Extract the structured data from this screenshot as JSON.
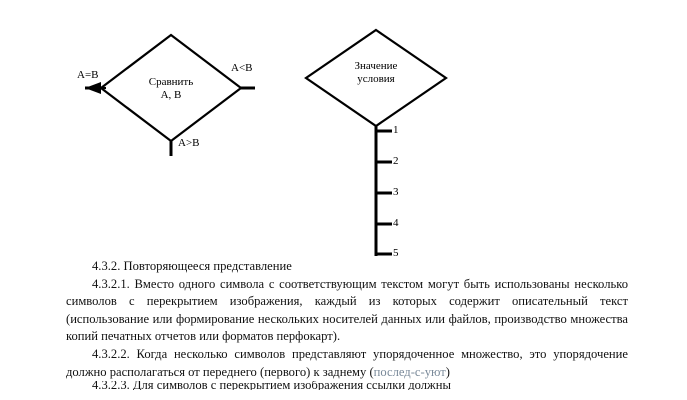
{
  "diagram": {
    "decision1": {
      "line1": "Сравнить",
      "line2": "A, B",
      "label_left": "A=B",
      "label_right": "A<B",
      "label_bottom": "A>B"
    },
    "decision2": {
      "line1": "Значение",
      "line2": "условия",
      "branches": [
        "1",
        "2",
        "3",
        "4",
        "5"
      ]
    }
  },
  "text": {
    "heading": "4.3.2. Повторяющееся представление",
    "p1": "4.3.2.1. Вместо одного символа с соответствующим текстом могут быть использованы несколько символов с перекрытием изображения, каждый из которых содержит описательный текст (использование или формирование нескольких носителей данных или файлов, производство множества копий печатных отчетов или форматов перфокарт).",
    "p2_start": "4.3.2.2. Когда несколько символов представляют упорядоченное множество, это упорядочение должно располагаться от переднего (первого) к заднему (",
    "p2_watermark": "послед-с-уют",
    "p2_end": ")",
    "p3_clipped": "4.3.2.3. Для символов с перекрытием изображения ссылки должны"
  }
}
